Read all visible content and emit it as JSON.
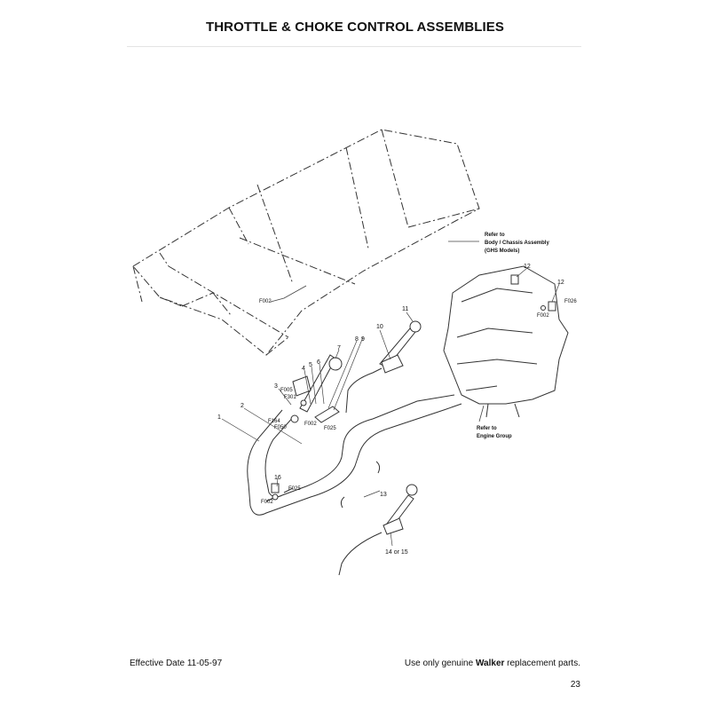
{
  "header": {
    "title": "THROTTLE & CHOKE CONTROL ASSEMBLIES"
  },
  "diagram": {
    "callouts": {
      "refer_body_1": "Refer to",
      "refer_body_2": "Body / Chassis Assembly",
      "refer_body_3": "(GHS Models)",
      "refer_engine_1": "Refer to",
      "refer_engine_2": "Engine Group",
      "n1": "1",
      "n2": "2",
      "n3": "3",
      "n4": "4",
      "n5": "5",
      "n6": "6",
      "n7": "7",
      "n8": "8",
      "n9": "9",
      "n10": "10",
      "n11": "11",
      "n12a": "12",
      "n12b": "12",
      "n13": "13",
      "n14": "14 or 15",
      "n16": "16",
      "f002a": "F002",
      "f002b": "F002",
      "f002c": "F002",
      "f002d": "F002",
      "f026": "F026",
      "f025a": "F025",
      "f025b": "F025",
      "f005": "F005",
      "f301": "F301",
      "f164": "F164",
      "f050": "F050"
    }
  },
  "footer": {
    "effective_date": "Effective Date 11-05-97",
    "replacement_prefix": "Use only genuine ",
    "replacement_brand": "Walker",
    "replacement_suffix": " replacement parts.",
    "page_number": "23"
  }
}
